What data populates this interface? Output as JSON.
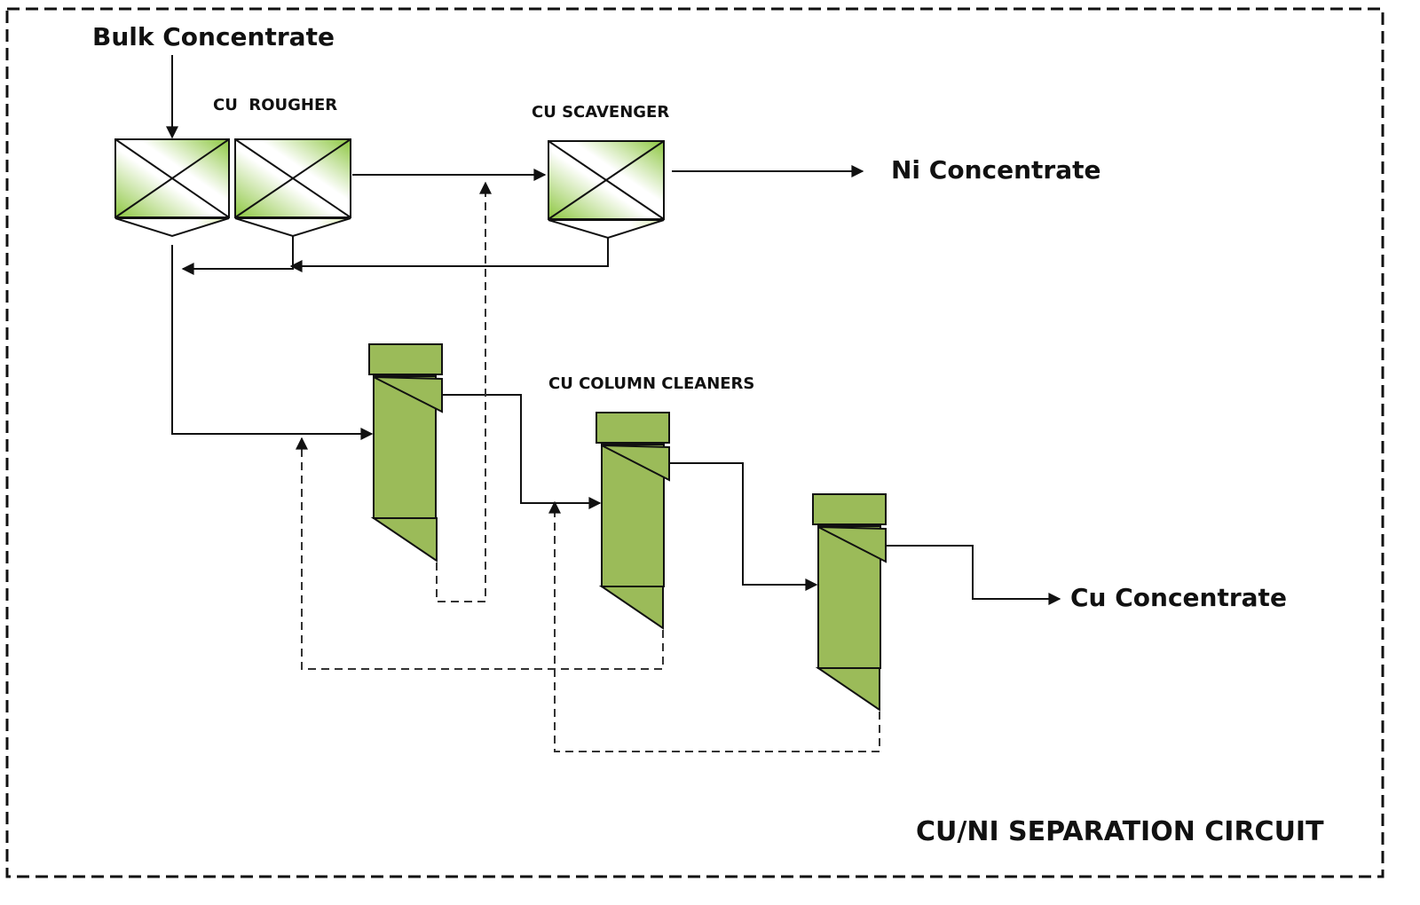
{
  "diagram": {
    "title": "CU/NI SEPARATION CIRCUIT",
    "feed_label": "Bulk Concentrate",
    "outputs": {
      "ni": "Ni Concentrate",
      "cu": "Cu Concentrate"
    },
    "units": {
      "rougher": "CU  ROUGHER",
      "scavenger": "CU SCAVENGER",
      "column_cleaners": "CU COLUMN CLEANERS"
    },
    "unit_counts": {
      "rougher_cells": 2,
      "scavenger_cells": 1,
      "column_cleaners": 3
    },
    "colors": {
      "column_fill": "#9bbb59",
      "cell_gradient_green": "#8cc63f",
      "line": "#111111",
      "dashed_line": "#333333"
    },
    "streams": [
      {
        "from": "Bulk Concentrate",
        "to": "CU ROUGHER",
        "type": "solid"
      },
      {
        "from": "CU ROUGHER",
        "to": "CU SCAVENGER",
        "type": "solid"
      },
      {
        "from": "CU SCAVENGER",
        "to": "Ni Concentrate",
        "type": "solid"
      },
      {
        "from": "CU SCAVENGER",
        "to": "CU ROUGHER",
        "type": "solid"
      },
      {
        "from": "CU ROUGHER",
        "to": "Column Cleaner 1",
        "type": "solid"
      },
      {
        "from": "Column Cleaner 1",
        "to": "Column Cleaner 2",
        "type": "solid"
      },
      {
        "from": "Column Cleaner 2",
        "to": "Column Cleaner 3",
        "type": "solid"
      },
      {
        "from": "Column Cleaner 3",
        "to": "Cu Concentrate",
        "type": "solid"
      },
      {
        "from": "Column Cleaner 1",
        "to": "CU SCAVENGER",
        "type": "dashed"
      },
      {
        "from": "Column Cleaner 2",
        "to": "Column Cleaner 1",
        "type": "dashed"
      },
      {
        "from": "Column Cleaner 3",
        "to": "Column Cleaner 2",
        "type": "dashed"
      }
    ]
  }
}
